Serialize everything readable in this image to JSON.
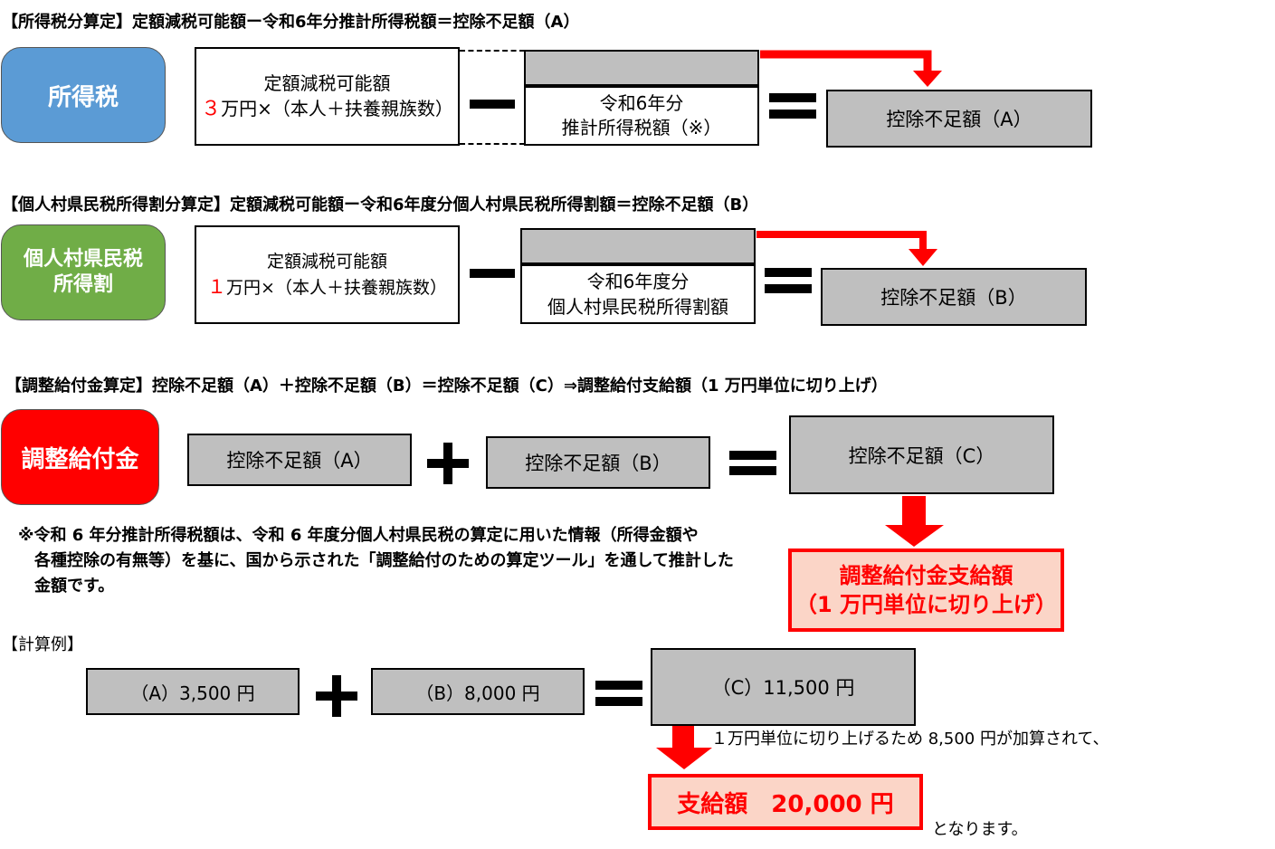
{
  "section1": {
    "heading": "【所得税分算定】定額減税可能額ー令和6年分推計所得税額＝控除不足額（A）",
    "label": "所得税",
    "box_line1": "定額減税可能額",
    "box_num": "３",
    "box_line2": "万円×（本人＋扶養親族数）",
    "minus_line1": "令和6年分",
    "minus_line2": "推計所得税額（※）",
    "result": "控除不足額（A）"
  },
  "section2": {
    "heading": "【個人村県民税所得割分算定】定額減税可能額ー令和6年度分個人村県民税所得割額＝控除不足額（B）",
    "label_line1": "個人村県民税",
    "label_line2": "所得割",
    "box_line1": "定額減税可能額",
    "box_num": "１",
    "box_line2": "万円×（本人＋扶養親族数）",
    "minus_line1": "令和6年度分",
    "minus_line2": "個人村県民税所得割額",
    "result": "控除不足額（B）"
  },
  "section3": {
    "heading": "【調整給付金算定】控除不足額（A）＋控除不足額（B）＝控除不足額（C）⇒調整給付支給額（1 万円単位に切り上げ）",
    "label": "調整給付金",
    "a": "控除不足額（A）",
    "b": "控除不足額（B）",
    "c": "控除不足額（C）",
    "payout_line1": "調整給付金支給額",
    "payout_line2": "（1 万円単位に切り上げ）"
  },
  "note": {
    "line1": "※令和 6 年分推計所得税額は、令和 6 年度分個人村県民税の算定に用いた情報（所得金額や",
    "line2": "各種控除の有無等）を基に、国から示された「調整給付のための算定ツール」を通して推計した",
    "line3": "金額です。"
  },
  "example": {
    "heading": "【計算例】",
    "a": "（A）3,500 円",
    "b": "（B）8,000 円",
    "c": "（C）11,500 円",
    "roundup_text": "１万円単位に切り上げるため 8,500 円が加算されて、",
    "payout": "支給額　20,000 円",
    "suffix": "となります。"
  },
  "colors": {
    "blue_label": "#5b9bd5",
    "green_label": "#70ad47",
    "red_label": "#ff0000",
    "gray_box": "#bfbfbf",
    "pink_box": "#fbd5c7"
  }
}
